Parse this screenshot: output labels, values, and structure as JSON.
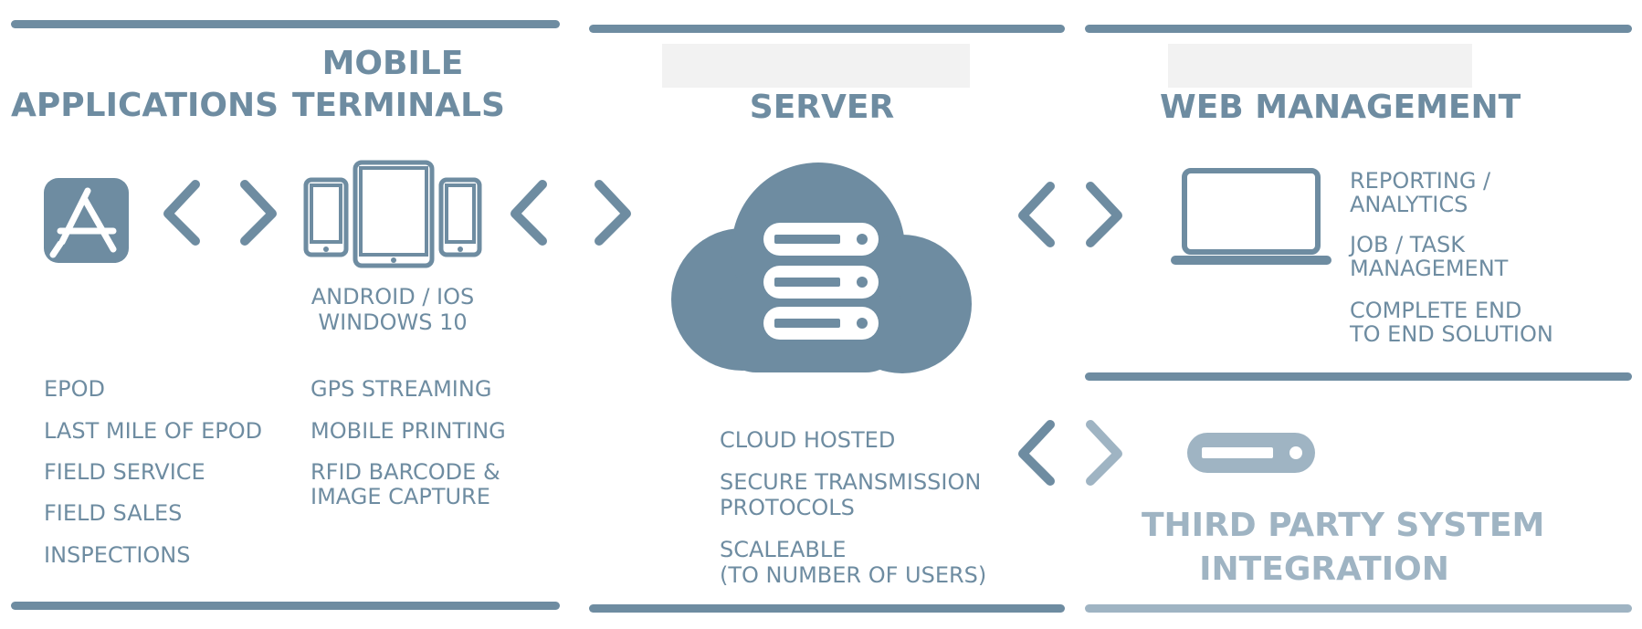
{
  "columns": {
    "applications": {
      "title": "APPLICATIONS",
      "items": [
        "EPOD",
        "LAST MILE OF EPOD",
        "FIELD SERVICE",
        "FIELD SALES",
        "INSPECTIONS"
      ]
    },
    "mobile_terminals": {
      "title_line1": "MOBILE",
      "title_line2": "TERMINALS",
      "platforms_line1": "ANDROID / IOS",
      "platforms_line2": "WINDOWS 10",
      "items": [
        [
          "GPS STREAMING"
        ],
        [
          "MOBILE PRINTING"
        ],
        [
          "RFID BARCODE &",
          "IMAGE CAPTURE"
        ]
      ]
    },
    "server": {
      "title": "SERVER",
      "items": [
        [
          "CLOUD HOSTED"
        ],
        [
          "SECURE TRANSMISSION",
          "PROTOCOLS"
        ],
        [
          "SCALEABLE",
          "(TO NUMBER OF USERS)"
        ]
      ]
    },
    "web_management": {
      "title": "WEB MANAGEMENT",
      "items": [
        [
          "REPORTING /",
          "ANALYTICS"
        ],
        [
          "JOB / TASK",
          "MANAGEMENT"
        ],
        [
          "COMPLETE END",
          "TO END SOLUTION"
        ]
      ]
    },
    "third_party": {
      "title_line1": "THIRD PARTY SYSTEM",
      "title_line2": "INTEGRATION"
    }
  },
  "icons": {
    "app": "app-store-icon",
    "devices": "mobile-devices-icon",
    "cloud": "cloud-server-icon",
    "laptop": "laptop-icon",
    "integration": "server-unit-icon",
    "arrows": "chevron-pair-icon"
  },
  "colors": {
    "primary": "#6e8ca1",
    "light": "#9fb4c3",
    "placeholder": "#f2f2f2",
    "background": "#ffffff"
  }
}
